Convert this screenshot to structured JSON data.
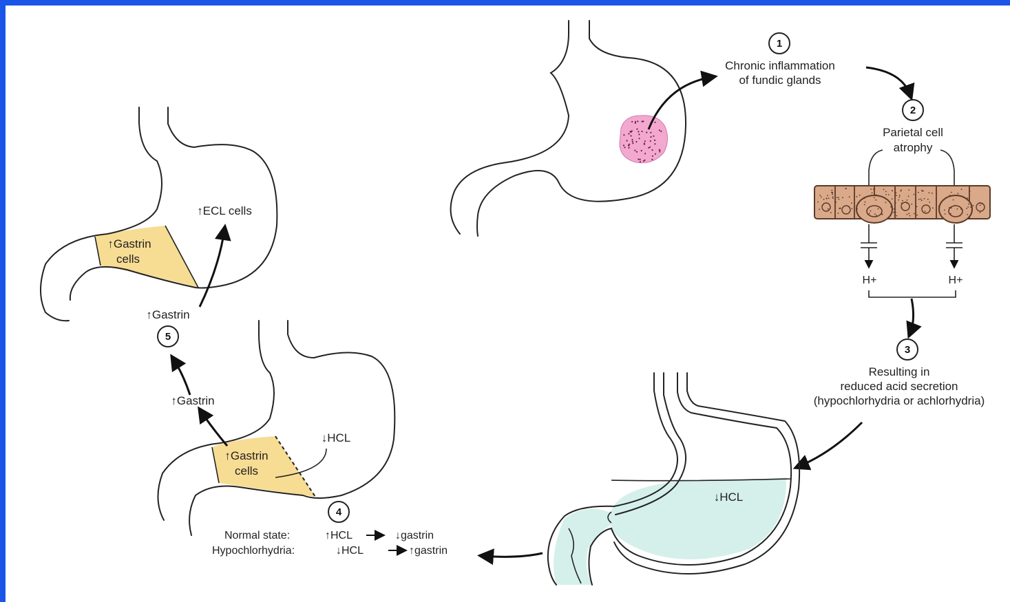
{
  "steps": {
    "s1": {
      "number": "1",
      "line1": "Chronic inflammation",
      "line2": "of fundic glands"
    },
    "s2": {
      "number": "2",
      "line1": "Parietal cell",
      "line2": "atrophy",
      "ion_left": "H+",
      "ion_right": "H+"
    },
    "s3": {
      "number": "3",
      "line1": "Resulting in",
      "line2": "reduced acid secretion",
      "line3": "(hypochlorhydria or achlorhydria)"
    },
    "s4": {
      "number": "4",
      "normal_prefix": "Normal state:",
      "normal_up": "↑HCL",
      "normal_down": "↓gastrin",
      "hypo_prefix": "Hypochlorhydria:",
      "hypo_down": "↓HCL",
      "hypo_up": "↑gastrin"
    },
    "s5": {
      "number": "5"
    }
  },
  "labels": {
    "hcl_fluid": "↓HCL",
    "hcl_middle": "↓HCL",
    "gastrin_cells_mid_1": "↑Gastrin",
    "gastrin_cells_mid_2": "cells",
    "gastrin_mid": "↑Gastrin",
    "gastrin_top": "↑Gastrin",
    "gastrin_cells_top_1": "↑Gastrin",
    "gastrin_cells_top_2": "cells",
    "ecl_cells": "↑ECL cells"
  },
  "colors": {
    "border": "#1a55e8",
    "gastrin_region": "#f7dc93",
    "fluid": "#d5f0ea",
    "inflammation": "#f3a8cf",
    "parietal_cells": "#d9a98a"
  }
}
